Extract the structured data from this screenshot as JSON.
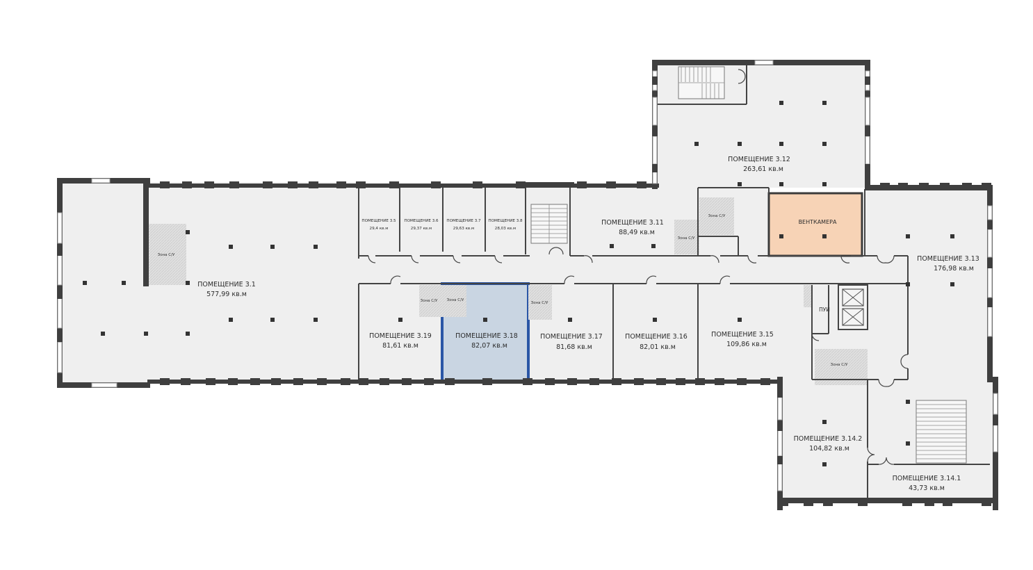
{
  "rooms": {
    "r31": {
      "name": "ПОМЕЩЕНИЕ 3.1",
      "area": "577,99 кв.м"
    },
    "r35": {
      "name": "ПОМЕЩЕНИЕ 3.5",
      "area": "29,4 кв.м"
    },
    "r36": {
      "name": "ПОМЕЩЕНИЕ 3.6",
      "area": "29,37 кв.м"
    },
    "r37": {
      "name": "ПОМЕЩЕНИЕ 3.7",
      "area": "29,63 кв.м"
    },
    "r38": {
      "name": "ПОМЕЩЕНИЕ 3.8",
      "area": "28,03 кв.м"
    },
    "r311": {
      "name": "ПОМЕЩЕНИЕ 3.11",
      "area": "88,49 кв.м"
    },
    "r312": {
      "name": "ПОМЕЩЕНИЕ 3.12",
      "area": "263,61 кв.м"
    },
    "r313": {
      "name": "ПОМЕЩЕНИЕ 3.13",
      "area": "176,98 кв.м"
    },
    "r3141": {
      "name": "ПОМЕЩЕНИЕ 3.14.1",
      "area": "43,73 кв.м"
    },
    "r3142": {
      "name": "ПОМЕЩЕНИЕ 3.14.2",
      "area": "104,82 кв.м"
    },
    "r315": {
      "name": "ПОМЕЩЕНИЕ 3.15",
      "area": "109,86 кв.м"
    },
    "r316": {
      "name": "ПОМЕЩЕНИЕ 3.16",
      "area": "82,01 кв.м"
    },
    "r317": {
      "name": "ПОМЕЩЕНИЕ 3.17",
      "area": "81,68 кв.м"
    },
    "r318": {
      "name": "ПОМЕЩЕНИЕ 3.18",
      "area": "82,07 кв.м"
    },
    "r319": {
      "name": "ПОМЕЩЕНИЕ 3.19",
      "area": "81,61 кв.м"
    }
  },
  "labels": {
    "vent": "ВЕНТКАМЕРА",
    "pui": "ПУИ",
    "zone": "Зона С/У"
  },
  "selected_room": "ПОМЕЩЕНИЕ 3.18",
  "colors": {
    "selected_fill": "#c9d5e2",
    "selected_border": "#2a56a6",
    "vent_fill": "#f7d3b6",
    "room_fill": "#efefef",
    "wall": "#3f3f3f"
  }
}
